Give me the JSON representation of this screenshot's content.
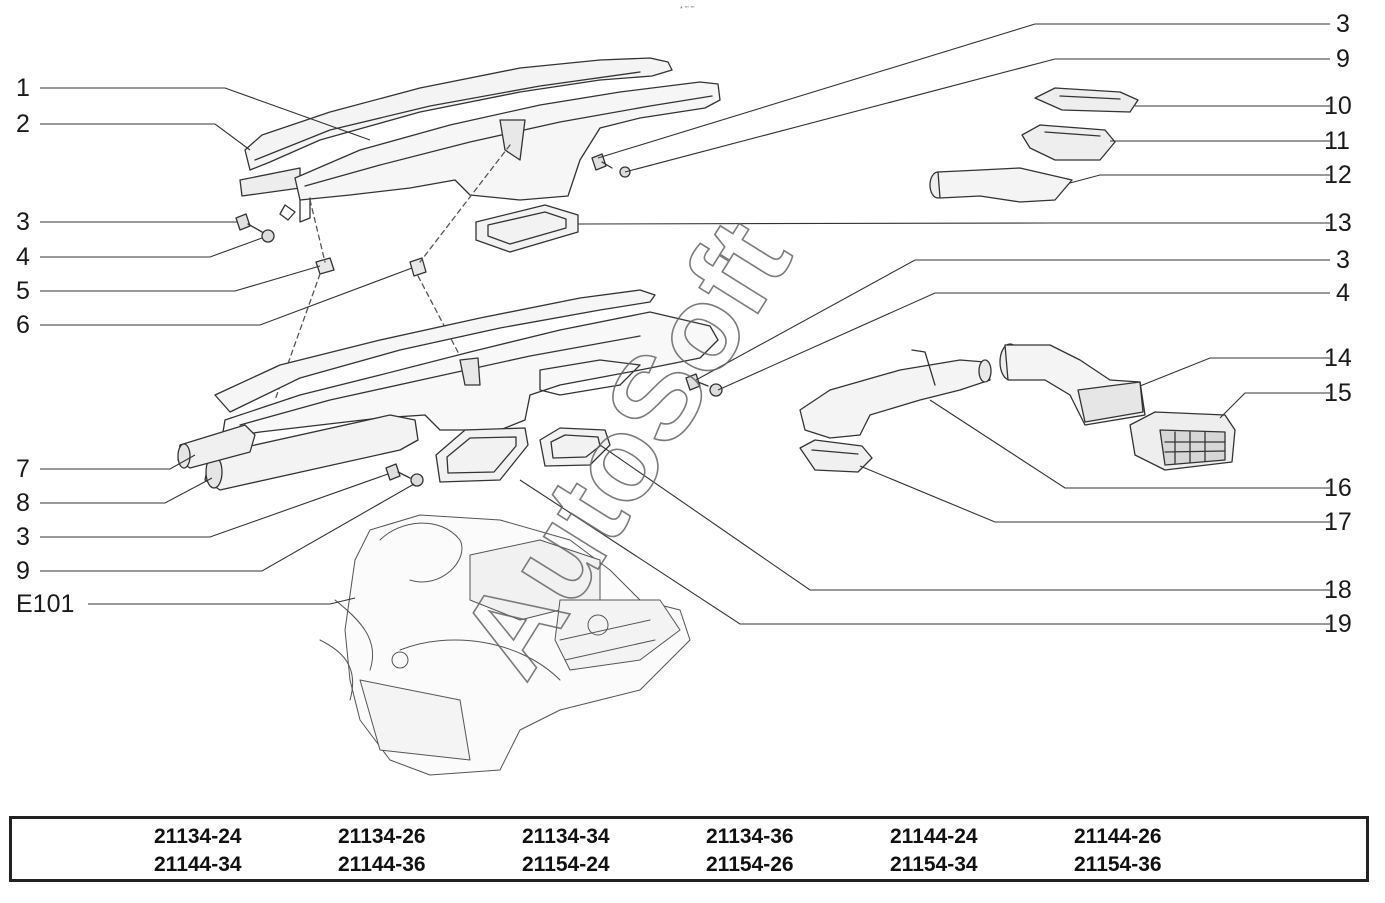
{
  "top_note": "* ''' '''",
  "callouts_left": [
    {
      "id": "c-l-1",
      "label": "1"
    },
    {
      "id": "c-l-2",
      "label": "2"
    },
    {
      "id": "c-l-3a",
      "label": "3"
    },
    {
      "id": "c-l-4",
      "label": "4"
    },
    {
      "id": "c-l-5",
      "label": "5"
    },
    {
      "id": "c-l-6",
      "label": "6"
    },
    {
      "id": "c-l-7",
      "label": "7"
    },
    {
      "id": "c-l-8",
      "label": "8"
    },
    {
      "id": "c-l-3b",
      "label": "3"
    },
    {
      "id": "c-l-9",
      "label": "9"
    },
    {
      "id": "c-l-e101",
      "label": "E101"
    }
  ],
  "callouts_right": [
    {
      "id": "c-r-3a",
      "label": "3"
    },
    {
      "id": "c-r-9",
      "label": "9"
    },
    {
      "id": "c-r-10",
      "label": "10"
    },
    {
      "id": "c-r-11",
      "label": "11"
    },
    {
      "id": "c-r-12",
      "label": "12"
    },
    {
      "id": "c-r-13",
      "label": "13"
    },
    {
      "id": "c-r-3b",
      "label": "3"
    },
    {
      "id": "c-r-4",
      "label": "4"
    },
    {
      "id": "c-r-14",
      "label": "14"
    },
    {
      "id": "c-r-15",
      "label": "15"
    },
    {
      "id": "c-r-16",
      "label": "16"
    },
    {
      "id": "c-r-17",
      "label": "17"
    },
    {
      "id": "c-r-18",
      "label": "18"
    },
    {
      "id": "c-r-19",
      "label": "19"
    }
  ],
  "model_codes": {
    "row1": [
      "21134-24",
      "21134-26",
      "21134-34",
      "21134-36",
      "21144-24",
      "21144-26"
    ],
    "row2": [
      "21144-34",
      "21144-36",
      "21154-24",
      "21154-26",
      "21154-34",
      "21154-36"
    ]
  },
  "watermark": "AutoSoft"
}
